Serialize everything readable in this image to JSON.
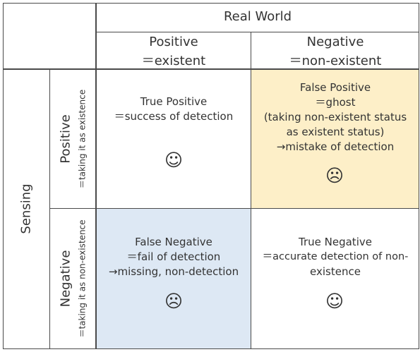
{
  "matrix": {
    "real_world_label": "Real World",
    "sensing_label": "Sensing",
    "columns": [
      {
        "title": "Positive",
        "subtitle": "＝existent"
      },
      {
        "title": "Negative",
        "subtitle": "＝non-existent"
      }
    ],
    "rows": [
      {
        "title": "Positive",
        "subtitle": "＝taking it as existence"
      },
      {
        "title": "Negative",
        "subtitle": "＝taking it as non-existence"
      }
    ],
    "cells": {
      "true_positive": {
        "lines": [
          "True Positive",
          "＝success of detection"
        ],
        "face": "☺",
        "face_meaning": "smiling-face"
      },
      "false_positive": {
        "lines": [
          "False Positive",
          "＝ghost",
          "(taking non-existent status",
          "as existent status)",
          "→mistake of detection"
        ],
        "face": "☹",
        "face_meaning": "frowning-face",
        "highlight_color": "#fdefc8"
      },
      "false_negative": {
        "lines": [
          "False Negative",
          "＝fail of detection",
          "→missing, non-detection"
        ],
        "face": "☹",
        "face_meaning": "frowning-face",
        "highlight_color": "#dde8f4"
      },
      "true_negative": {
        "lines": [
          "True Negative",
          "＝accurate detection of non-",
          "existence"
        ],
        "face": "☺",
        "face_meaning": "smiling-face"
      }
    },
    "line_color": "#4a4a4a"
  }
}
